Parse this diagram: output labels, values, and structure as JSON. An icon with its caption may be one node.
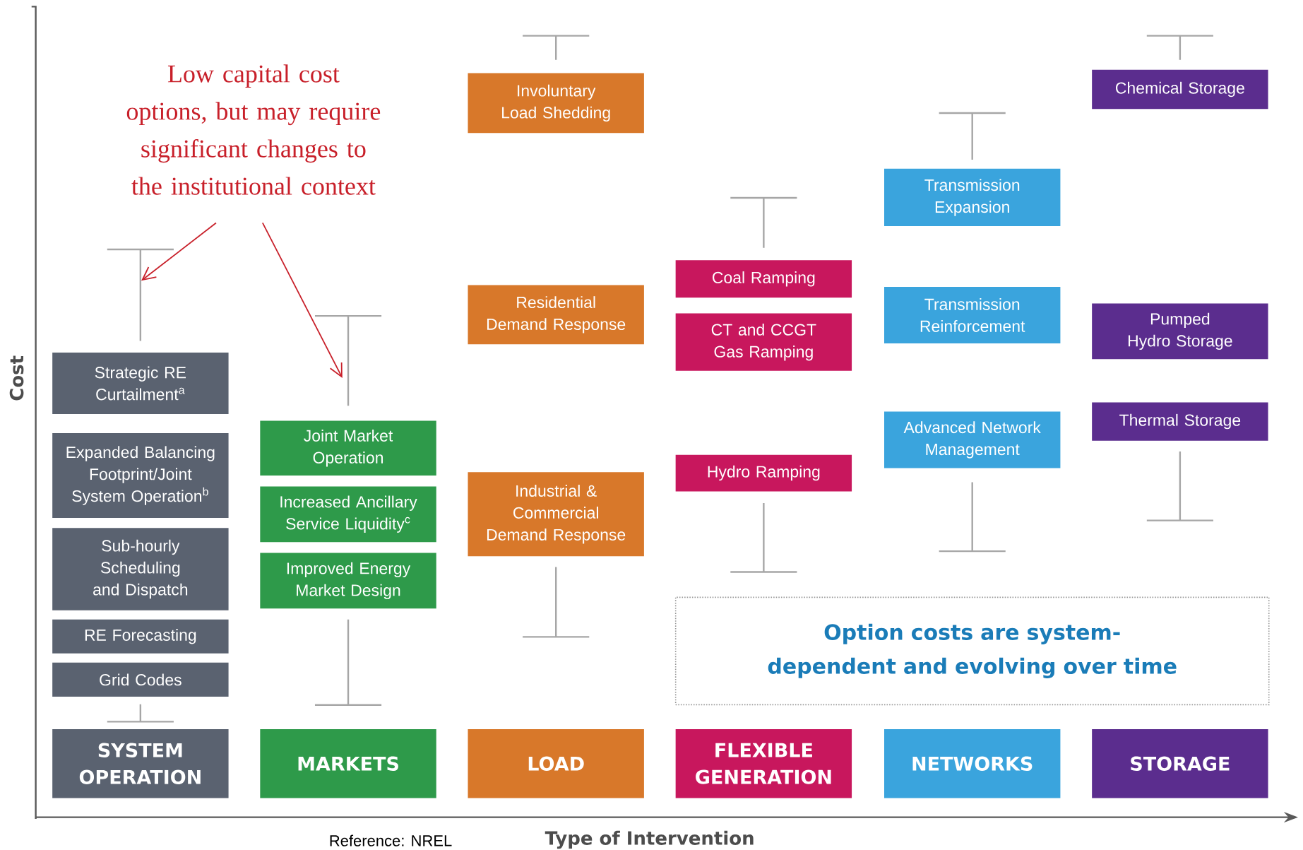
{
  "diagram": {
    "nodes": [
      {
        "text": [
          "Low capital cost options, but may require significant changes to the institutional context"
        ]
      },
      {
        "text": [
          "Strategic RE Curtailment$^{a}$"
        ]
      },
      {
        "text": [
          "Expanded Balancing Footprint/Joint System Operation$^{b}$"
        ]
      },
      {
        "text": [
          "Sub-hourly Scheduling and Dispatch"
        ]
      },
      {
        "text": [
          "RE Forecasting"
        ]
      },
      {
        "text": [
          "Grid Codes"
        ]
      },
      {
        "text": [
          "SYSTEM OPERATION"
        ]
      },
      {
        "text": [
          "Joint Market Operation"
        ]
      },
      {
        "text": [
          "Increased Ancillary Service Liquidity$^{c}$"
        ]
      },
      {
        "text": [
          "Improved Energy Market Design"
        ]
      },
      {
        "text": [
          "MARKETS"
        ]
      },
      {
        "text": [
          "Involuntary Load Shedding"
        ]
      },
      {
        "text": [
          "Residential Demand Response"
        ]
      },
      {
        "text": [
          "Industrial & Commercial Demand Response"
        ]
      },
      {
        "text": [
          "LOAD"
        ]
      },
      {
        "text": [
          "Coal Ramping"
        ]
      },
      {
        "text": [
          "CT and CCGT Gas Ramping"
        ]
      },
      {
        "text": [
          "Hydro Ramping"
        ]
      },
      {
        "text": [
          "FLEXIBLE GENERATION"
        ]
      },
      {
        "text": [
          "Transmission Expansion"
        ]
      },
      {
        "text": [
          "Transmission Reinforcement"
        ]
      },
      {
        "text": [
          "Advanced Network Management"
        ]
      },
      {
        "text": [
          "NETWORKS"
        ]
      },
      {
        "text": [
          "Chemical Storage"
        ]
      },
      {
        "text": [
          "Pumped Hydro Storage"
        ]
      },
      {
        "text": [
          "Thermal Storage"
        ]
      },
      {
        "text": [
          "STORAGE"
        ]
      },
      {
        "text": [
          "Option costs are system-dependent and evolving over time"
        ]
      }
    ],
    "edges": [
      {
        "from": 0,
        "to": 1,
        "arrow": "to"
      },
      {
        "from": 0,
        "to": 7,
        "arrow": "to"
      }
    ],
    "labels": [
      "Cost",
      "Type of Intervention",
      "Reference: NREL"
    ]
  }
}
